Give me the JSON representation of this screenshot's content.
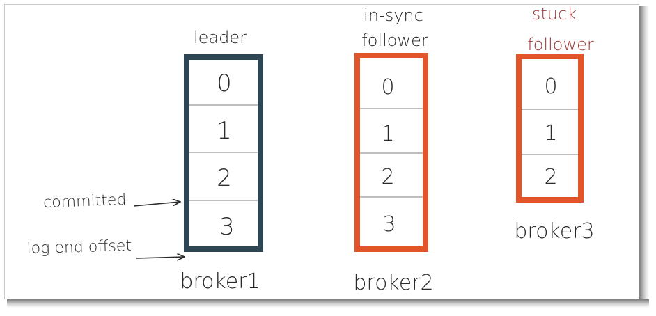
{
  "colors": {
    "leader": "#2e4553",
    "follower": "#e2552a",
    "stuck_label": "#a13a3a",
    "text": "#2b2b2b",
    "divider": "#a8a8a8"
  },
  "brokers": [
    {
      "role_label_lines": [
        "leader"
      ],
      "name": "broker1",
      "offsets": [
        "0",
        "1",
        "2",
        "3"
      ],
      "color_key": "leader"
    },
    {
      "role_label_lines": [
        "in-sync",
        "follower"
      ],
      "name": "broker2",
      "offsets": [
        "0",
        "1",
        "2",
        "3"
      ],
      "color_key": "follower"
    },
    {
      "role_label_lines": [
        "stuck",
        "follower"
      ],
      "name": "broker3",
      "offsets": [
        "0",
        "1",
        "2"
      ],
      "color_key": "follower"
    }
  ],
  "annotations": {
    "committed": "committed",
    "log_end_offset": "log end offset"
  }
}
